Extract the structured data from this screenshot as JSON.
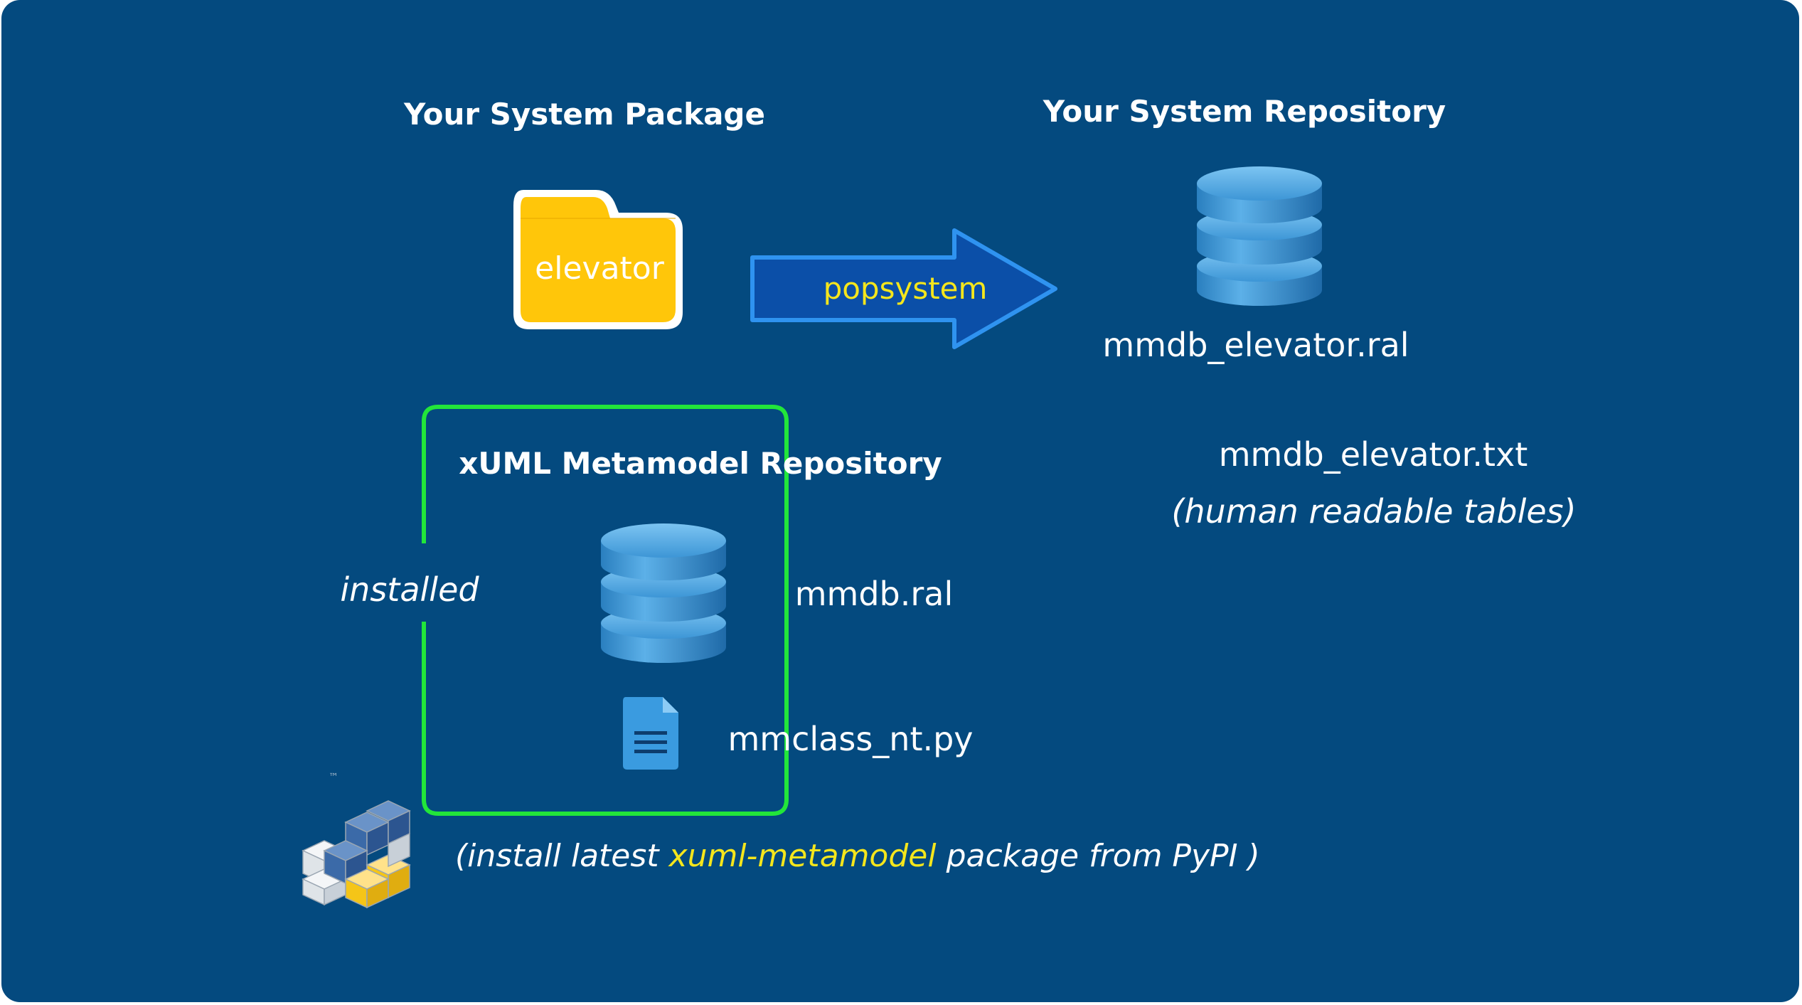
{
  "package": {
    "heading": "Your System Package",
    "folder_label": "elevator"
  },
  "arrow": {
    "label": "popsystem"
  },
  "repository": {
    "heading": "Your System Repository",
    "db_file": "mmdb_elevator.ral",
    "txt_file": "mmdb_elevator.txt",
    "txt_note": "(human readable tables)"
  },
  "metamodel": {
    "heading": "xUML Metamodel Repository",
    "side_label": "installed",
    "db_file": "mmdb.ral",
    "py_file": "mmclass_nt.py"
  },
  "python_logo": {
    "tm": "™"
  },
  "install_note": {
    "prefix": "(install latest ",
    "package_name": "xuml-metamodel",
    "suffix": " package from PyPI )"
  },
  "colors": {
    "background": "#044a7f",
    "folder": "#ffc60a",
    "arrow_fill": "#0b4fa8",
    "arrow_border": "#2f93f0",
    "box_border": "#22e63a",
    "highlight": "#f5e61c"
  }
}
